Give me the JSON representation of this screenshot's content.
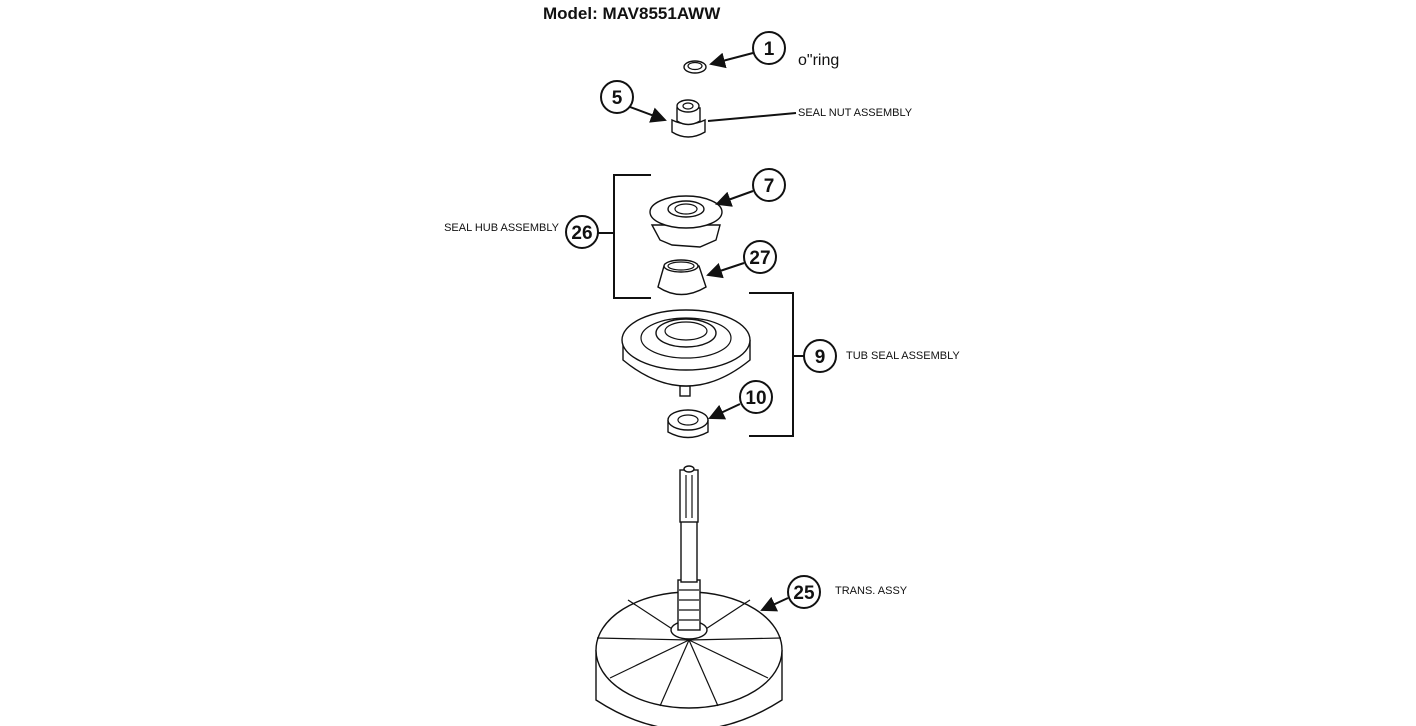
{
  "title": "Model:  MAV8551AWW",
  "callouts": [
    {
      "number": "1",
      "label": "o\"ring"
    },
    {
      "number": "5",
      "label": ""
    },
    {
      "number": "7",
      "label": ""
    },
    {
      "number": "26",
      "label": "SEAL HUB ASSEMBLY"
    },
    {
      "number": "27",
      "label": ""
    },
    {
      "number": "9",
      "label": "TUB SEAL ASSEMBLY"
    },
    {
      "number": "10",
      "label": ""
    },
    {
      "number": "25",
      "label": "TRANS. ASSY"
    }
  ],
  "labels": {
    "seal_nut": "SEAL NUT ASSEMBLY"
  }
}
